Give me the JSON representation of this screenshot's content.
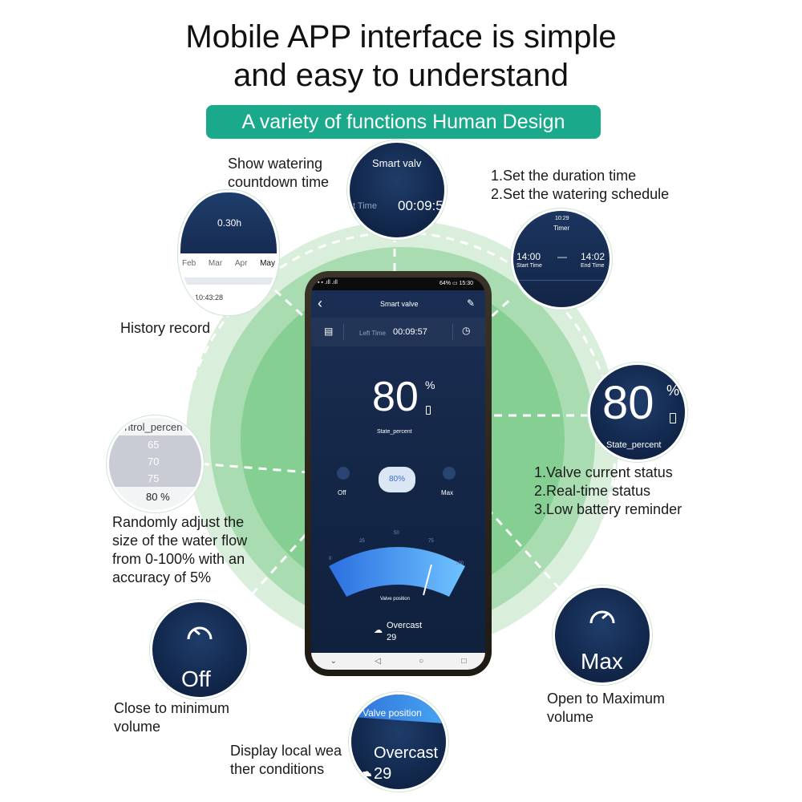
{
  "headline": {
    "line1": "Mobile APP interface is simple",
    "line2": "and easy to understand"
  },
  "tagline": "A variety of functions Human Design",
  "callouts": {
    "countdown": {
      "line1": "Show watering",
      "line2": "countdown time"
    },
    "timer": {
      "line1": "1.Set the duration time",
      "line2": "2.Set the watering schedule"
    },
    "history": "History record",
    "status": {
      "line1": "1.Valve current status",
      "line2": "2.Real-time status",
      "line3": "3.Low battery reminder"
    },
    "adjust": {
      "line1": "Randomly adjust the",
      "line2": "size of the water flow",
      "line3": "from 0-100% with an",
      "line4": "accuracy of 5%"
    },
    "off": {
      "line1": "Close to minimum",
      "line2": "volume"
    },
    "max": {
      "line1": "Open to Maximum",
      "line2": "volume"
    },
    "weather": {
      "line1": "Display local wea",
      "line2": "ther conditions"
    }
  },
  "bubbles": {
    "countdown": {
      "title": "Smart valv",
      "left_label": "t Time",
      "time": "00:09:5"
    },
    "history": {
      "top": "0.30h",
      "months": [
        "Feb",
        "Mar",
        "Apr",
        "May"
      ],
      "time": "10:43:28"
    },
    "timer": {
      "header": "10:29",
      "title": "Timer",
      "start_time": "14:00",
      "start_label": "Start Time",
      "sep": "—",
      "end_time": "14:02",
      "end_label": "End Time"
    },
    "percent_list": {
      "header": "ontrol_percen",
      "items": [
        "65",
        "70",
        "75",
        "80 %"
      ]
    },
    "state": {
      "value": "80",
      "unit": "%",
      "label": "State_percent"
    },
    "off": {
      "label": "Off"
    },
    "max": {
      "label": "Max"
    },
    "weather": {
      "arc_label": "Valve position",
      "condition": "Overcast",
      "temp": "29"
    }
  },
  "phone": {
    "status_left": "▪ ▪ .ıll .ıll",
    "status_right": "64% ▭ 15:30",
    "back": "‹",
    "title": "Smart valve",
    "left_time_label": "Left Time",
    "countdown": "00:09:57",
    "state_value": "80",
    "state_unit": "%",
    "state_label": "State_percent",
    "off_label": "Off",
    "current_percent": "80%",
    "max_label": "Max",
    "gauge_ticks": [
      "0",
      "25",
      "50",
      "75",
      "100"
    ],
    "gauge_label": "Valve position",
    "weather_condition": "Overcast",
    "weather_temp": "29",
    "nav": [
      "⌄",
      "◁",
      "○",
      "□"
    ]
  }
}
